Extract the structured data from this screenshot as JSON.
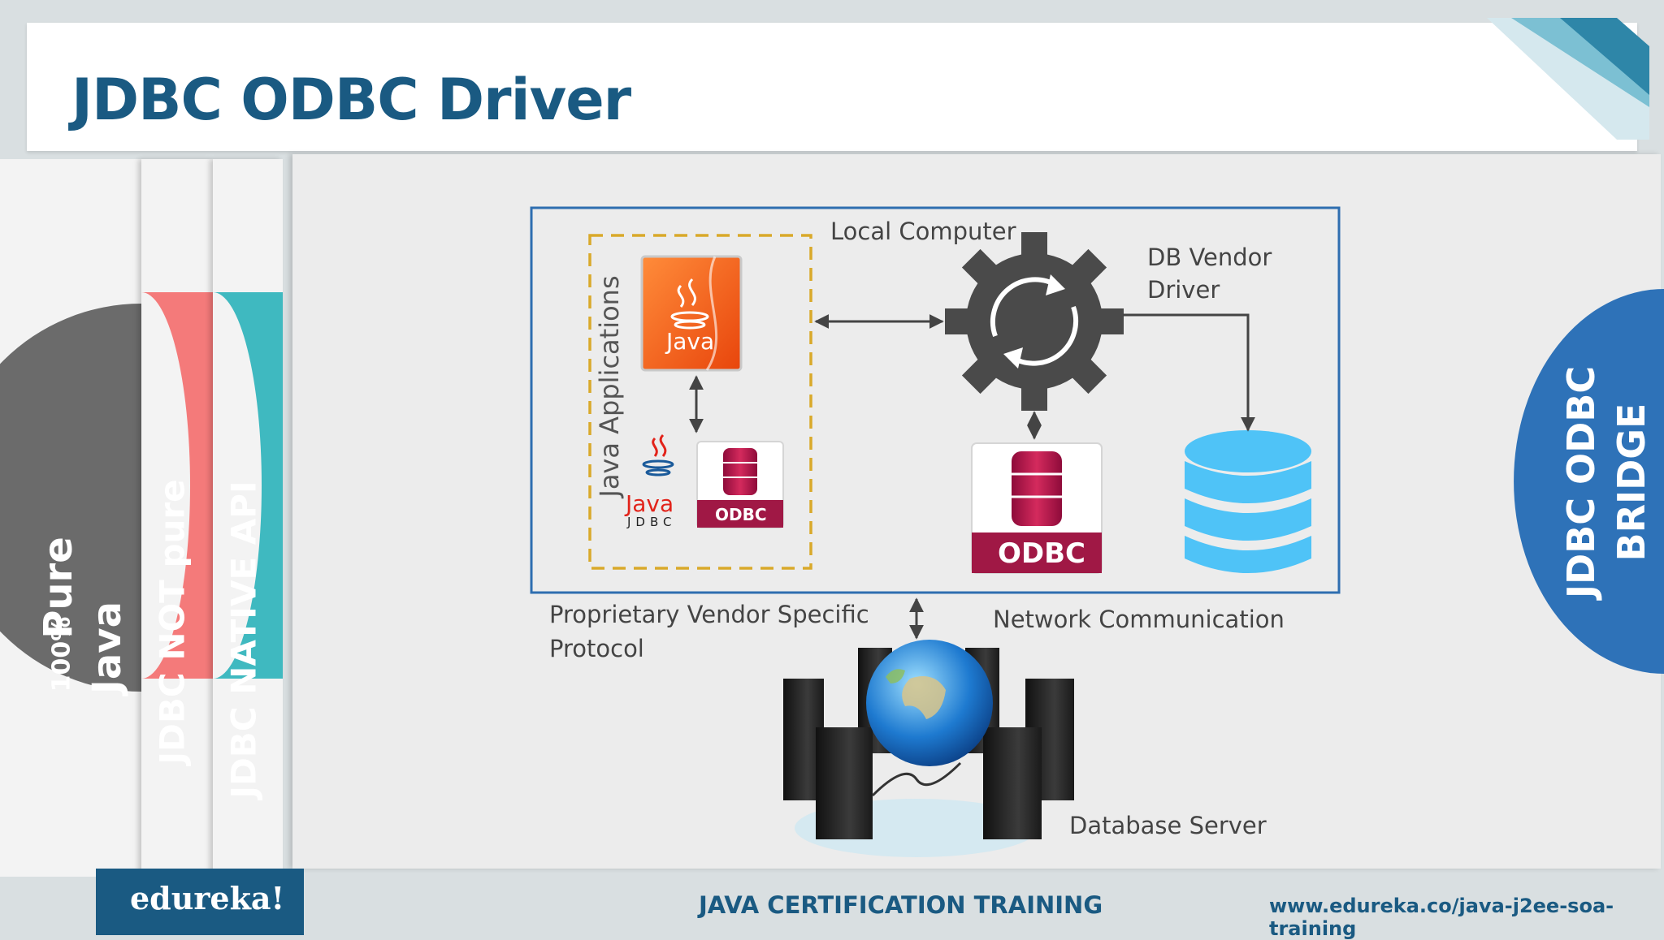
{
  "slide": {
    "title": "JDBC ODBC Driver",
    "colors": {
      "title": "#1a5a82",
      "tab_gray": "#6b6b6b",
      "tab_pink": "#f47a7a",
      "tab_teal": "#3fb9c0",
      "tab_blue": "#2e72b8",
      "box_border": "#2e6eb0",
      "dashed_border": "#d9a92a"
    }
  },
  "tabs": [
    {
      "line1": "100%",
      "line2": "Pure",
      "line3": "Java"
    },
    {
      "label": "JDBC NOT pure"
    },
    {
      "label": "JDBC NATIVE API"
    }
  ],
  "right_tab": {
    "line1": "JDBC ODBC",
    "line2": "BRIDGE"
  },
  "diagram": {
    "local_computer": "Local Computer",
    "java_applications": "Java Applications",
    "java_logo": "Java",
    "java_jdbc_logo": "Java",
    "jdbc_sub": "JDBC",
    "odbc_small": "ODBC",
    "odbc_big": "ODBC",
    "db_vendor_line1": "DB Vendor",
    "db_vendor_line2": "Driver",
    "proprietary_line1": "Proprietary Vendor Specific",
    "proprietary_line2": "Protocol",
    "network": "Network Communication",
    "database_server": "Database Server",
    "icons": [
      "java-icon",
      "java-jdbc-icon",
      "odbc-db-icon",
      "gear-sync-icon",
      "database-icon",
      "globe-server-icon"
    ]
  },
  "footer": {
    "logo": "edureka!",
    "center": "JAVA CERTIFICATION TRAINING",
    "url": "www.edureka.co/java-j2ee-soa-training"
  }
}
